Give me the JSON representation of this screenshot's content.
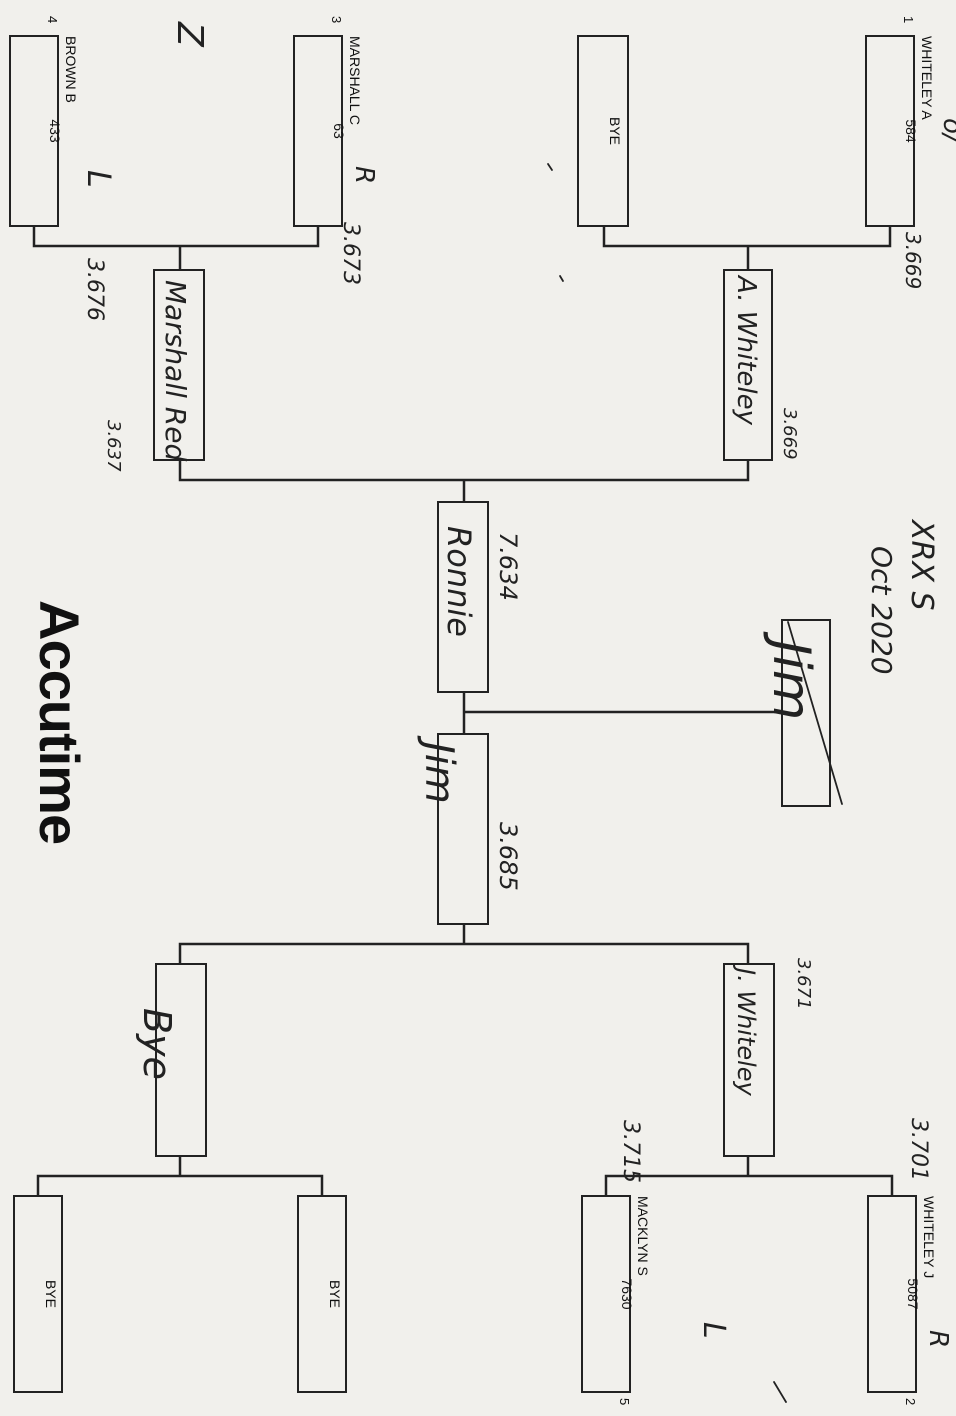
{
  "seeds": [
    "1",
    "3",
    "4",
    "2",
    "5"
  ],
  "entrants": [
    {
      "name": "WHITELEY A",
      "number": "584"
    },
    {
      "name": "BYE",
      "number": ""
    },
    {
      "name": "MARSHALL C",
      "number": "63"
    },
    {
      "name": "BROWN B",
      "number": "433"
    },
    {
      "name": "WHITELEY J",
      "number": "5087"
    },
    {
      "name": "MACKLYN S",
      "number": "7630"
    },
    {
      "name": "BYE",
      "number": ""
    },
    {
      "name": "BYE",
      "number": ""
    }
  ],
  "handwritten": {
    "top_corner": "o/",
    "mark_r": "R",
    "time_whiteley_a": "3.669",
    "round2_top": "A. Whiteley",
    "round2_top_time": "3.669",
    "mark_2": "Z",
    "time_marshall": "3.673",
    "time_brown": "3.676",
    "round2_second": "Marshall Red",
    "round2_second_time": "3.637",
    "mark_l": "L",
    "semi_top": "Ronnie",
    "semi_top_time": "7.634",
    "venue": "XRX S",
    "date": "Oct 2020",
    "winner": "Jim",
    "semi_bottom": "Jim",
    "semi_bottom_time": "3.685",
    "round2_third_time": "3.671",
    "round2_third": "J. Whiteley",
    "round2_fourth": "Bye",
    "time_whiteley_j": "3.701",
    "time_macklyn": "3.715",
    "mark_lower_r": "R",
    "mark_lower_l": "L"
  },
  "brand": "Accutime"
}
